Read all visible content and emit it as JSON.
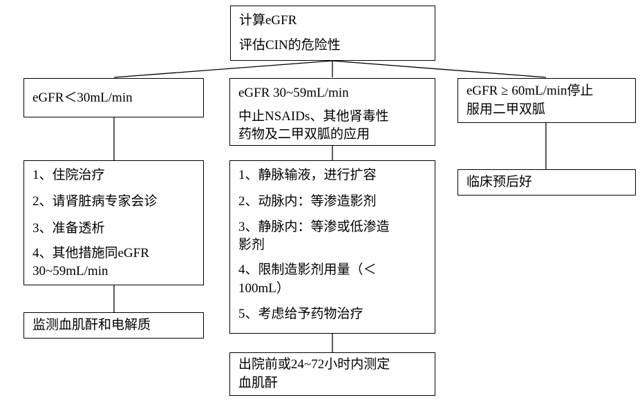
{
  "diagram": {
    "title_box": {
      "lines": [
        "计算eGFR",
        "评估CIN的危险性"
      ]
    },
    "branches": {
      "left": {
        "header": "eGFR＜30mL/min",
        "actions": [
          "1、住院治疗",
          "2、请肾脏病专家会诊",
          "3、准备透析",
          "4、其他措施同eGFR\n30~59mL/min"
        ],
        "followup": "监测血肌酐和电解质"
      },
      "middle": {
        "header_line1": "eGFR 30~59mL/min",
        "header_line2": "中止NSAIDs、其他肾毒性\n药物及二甲双胍的应用",
        "actions": [
          "1、静脉输液，进行扩容",
          "2、动脉内：等渗造影剂",
          "3、静脉内：等渗或低渗造\n影剂",
          "4、限制造影剂用量（＜\n100mL）",
          "5、考虑给予药物治疗"
        ],
        "followup": "出院前或24~72小时内测定\n血肌酐"
      },
      "right": {
        "header": "eGFR ≥ 60mL/min停止\n服用二甲双胍",
        "outcome": "临床预后好"
      }
    }
  }
}
